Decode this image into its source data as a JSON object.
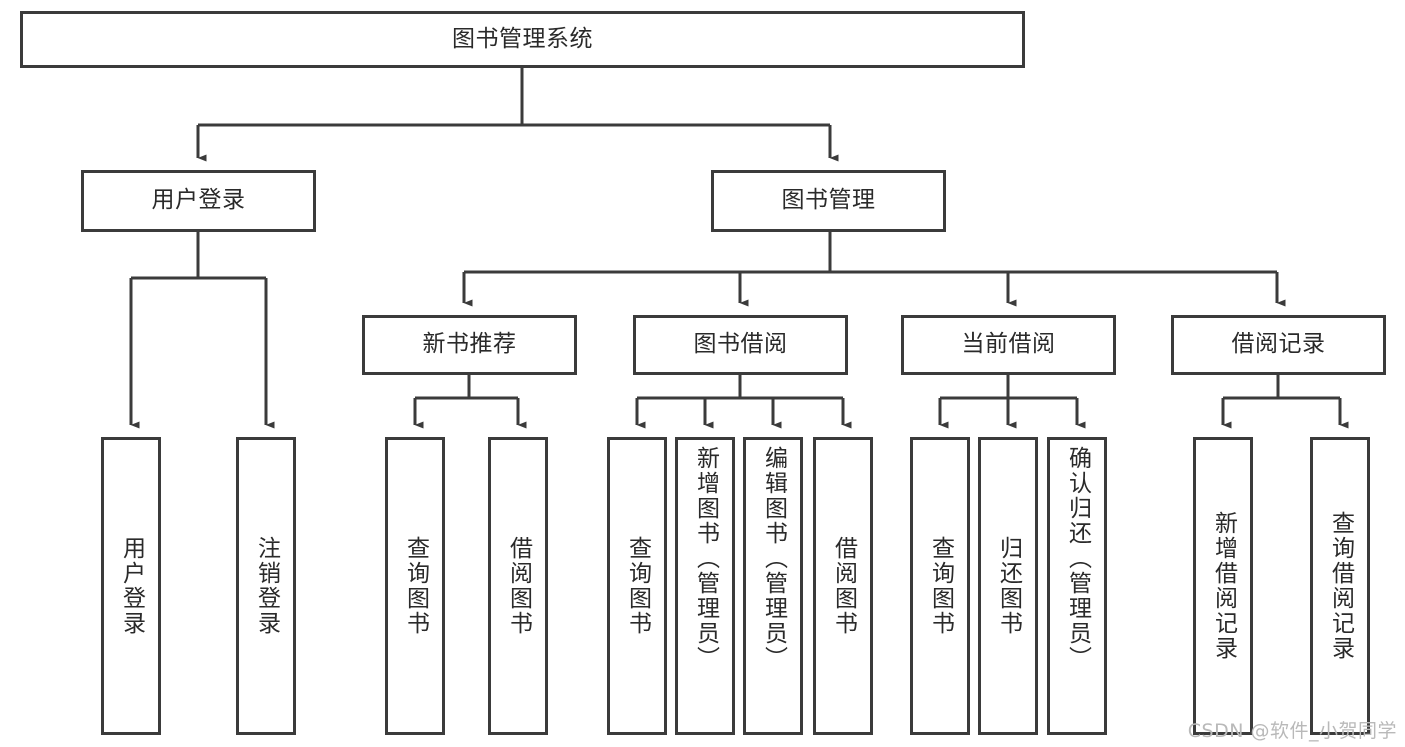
{
  "diagram": {
    "type": "tree-hierarchy-diagram",
    "title": "图书管理系统",
    "line_color": "#3b3b3b",
    "box_fill": "#ffffff",
    "text_color": "#2a2a2a",
    "root": {
      "label": "图书管理系统",
      "orientation": "horizontal"
    },
    "level2": [
      {
        "label": "用户登录",
        "orientation": "horizontal"
      },
      {
        "label": "图书管理",
        "orientation": "horizontal"
      }
    ],
    "level3": [
      {
        "label": "新书推荐",
        "orientation": "horizontal"
      },
      {
        "label": "图书借阅",
        "orientation": "horizontal"
      },
      {
        "label": "当前借阅",
        "orientation": "horizontal"
      },
      {
        "label": "借阅记录",
        "orientation": "horizontal"
      }
    ],
    "leaves": {
      "user_login": [
        {
          "label": "用户登录",
          "orientation": "vertical"
        },
        {
          "label": "注销登录",
          "orientation": "vertical"
        }
      ],
      "new_book_recommend": [
        {
          "label": "查询图书",
          "orientation": "vertical"
        },
        {
          "label": "借阅图书",
          "orientation": "vertical"
        }
      ],
      "book_borrow": [
        {
          "label": "查询图书",
          "orientation": "vertical"
        },
        {
          "label": "新增图书（管理员）",
          "orientation": "vertical"
        },
        {
          "label": "编辑图书（管理员）",
          "orientation": "vertical"
        },
        {
          "label": "借阅图书",
          "orientation": "vertical"
        }
      ],
      "current_borrow": [
        {
          "label": "查询图书",
          "orientation": "vertical"
        },
        {
          "label": "归还图书",
          "orientation": "vertical"
        },
        {
          "label": "确认归还（管理员）",
          "orientation": "vertical"
        }
      ],
      "borrow_record": [
        {
          "label": "新增借阅记录",
          "orientation": "vertical"
        },
        {
          "label": "查询借阅记录",
          "orientation": "vertical"
        }
      ]
    }
  },
  "watermark": {
    "text": "CSDN @软件_小贺同学"
  }
}
